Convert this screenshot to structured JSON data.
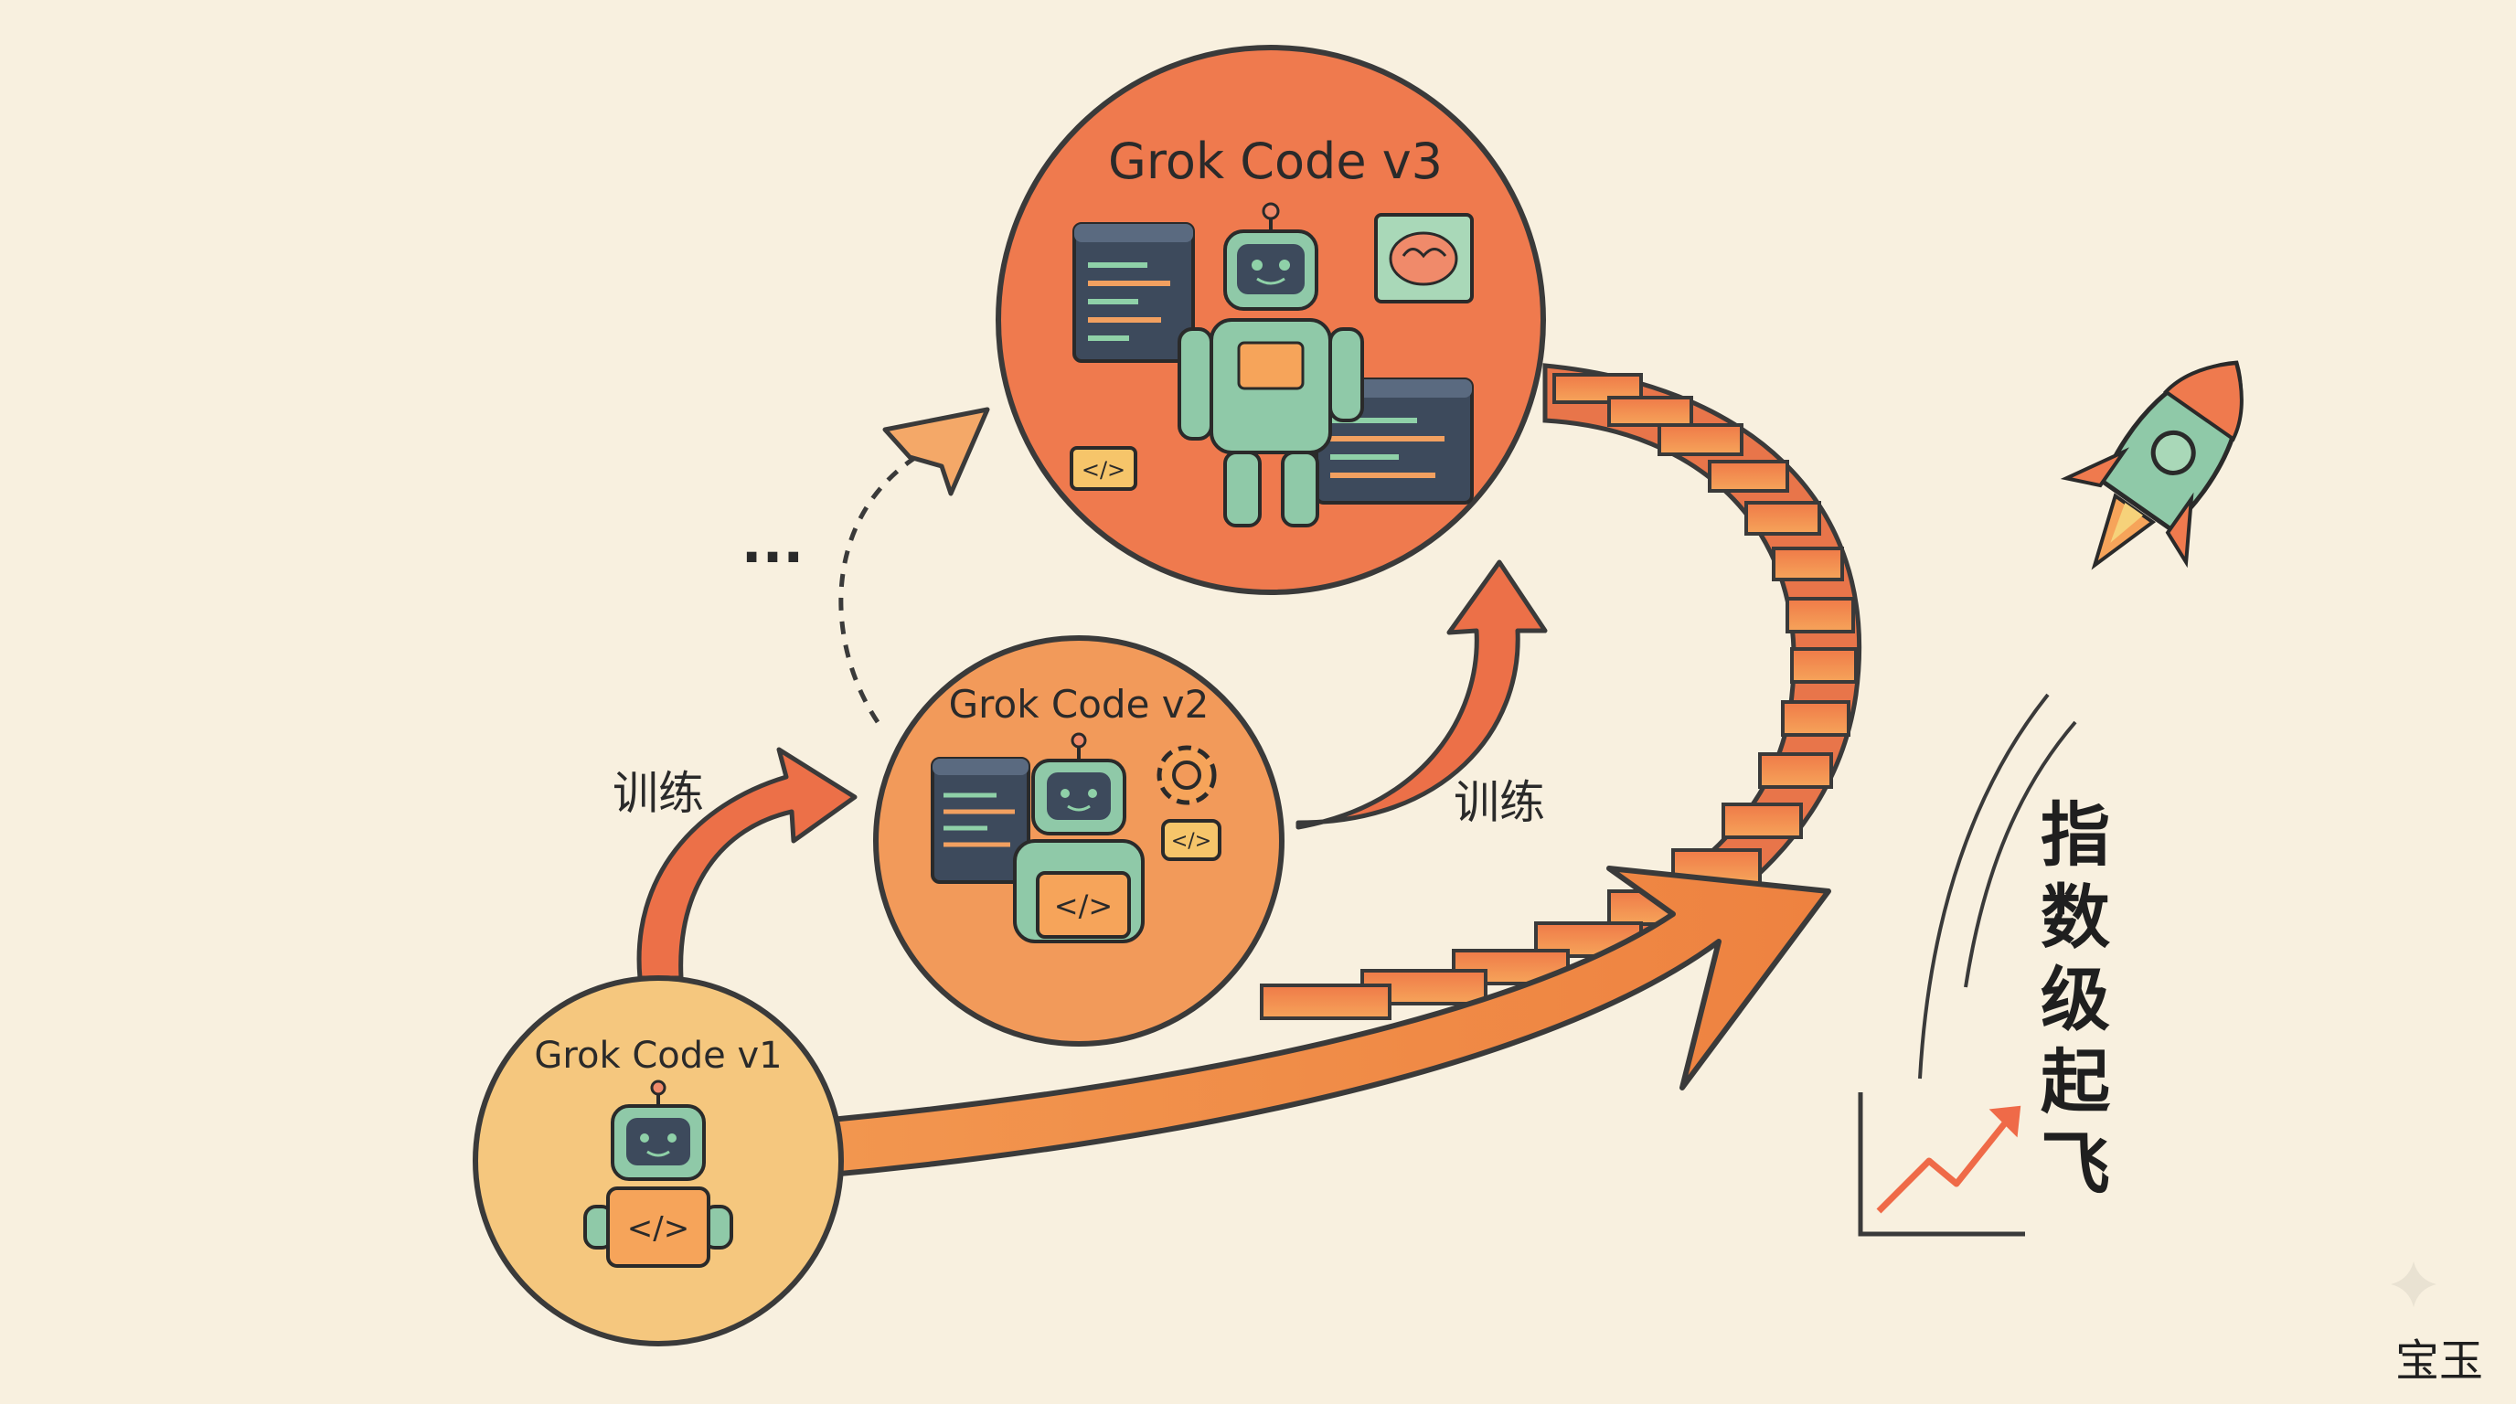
{
  "nodes": [
    {
      "id": "v1",
      "title": "Grok Code v1"
    },
    {
      "id": "v2",
      "title": "Grok Code v2"
    },
    {
      "id": "v3",
      "title": "Grok Code v3"
    }
  ],
  "edges": [
    {
      "from": "v1",
      "to": "v2",
      "label": "训练"
    },
    {
      "from": "v2",
      "to": "v3",
      "label": "训练"
    }
  ],
  "ellipsis": "...",
  "code_symbol": "</>",
  "vertical_caption": [
    "指",
    "数",
    "级",
    "起",
    "飞"
  ],
  "watermark": "宝玉",
  "colors": {
    "background": "#f8f0df",
    "v1_circle": "#f5c77e",
    "v2_circle": "#f29a5a",
    "v3_circle": "#ef7a4e",
    "arrow": "#f08a45",
    "stairs": "#f39a52",
    "robot": "#8fc9a8",
    "outline": "#3a3a3a"
  },
  "icons": [
    "robot-icon",
    "code-window-icon",
    "gear-icon",
    "brain-icon",
    "rocket-icon",
    "growth-chart-icon",
    "sparkle-icon"
  ]
}
